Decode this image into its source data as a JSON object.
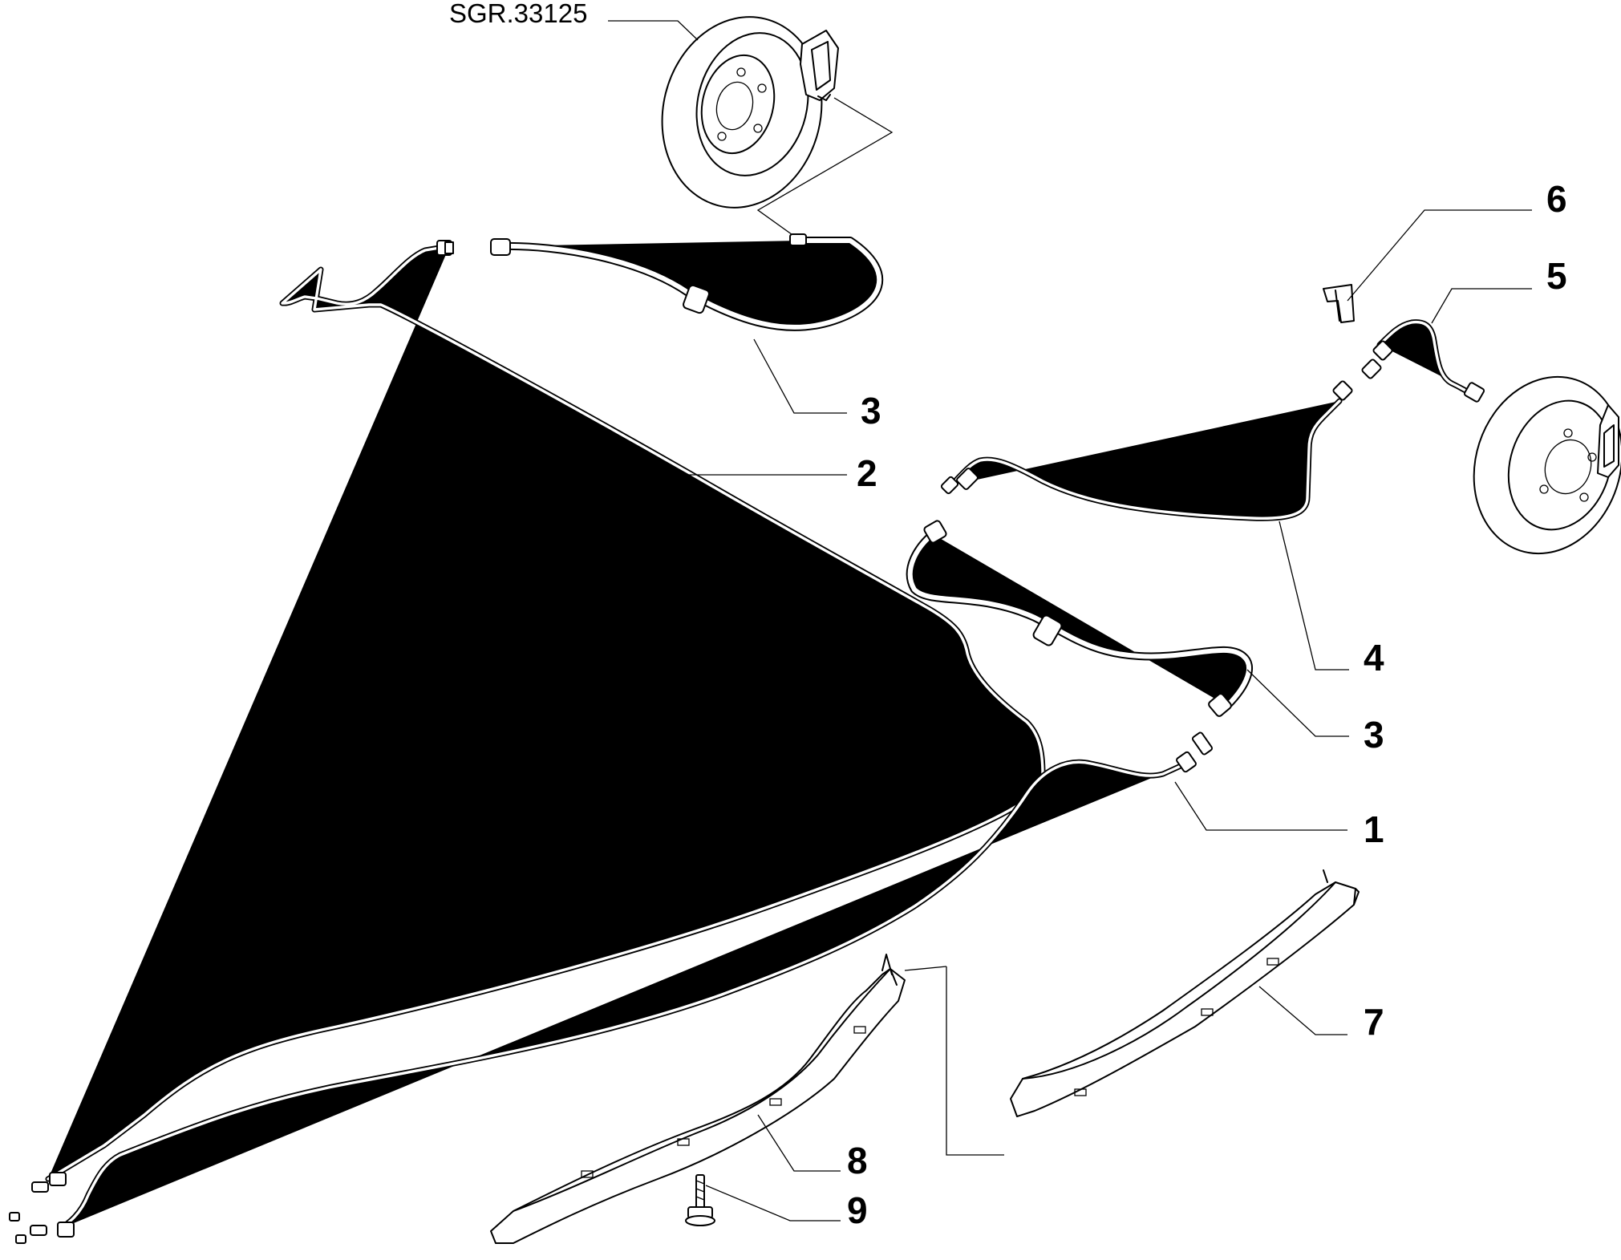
{
  "diagram": {
    "reference": "SGR.33125",
    "callouts": [
      {
        "id": "c3a",
        "label": "3"
      },
      {
        "id": "c2",
        "label": "2"
      },
      {
        "id": "c6",
        "label": "6"
      },
      {
        "id": "c5",
        "label": "5"
      },
      {
        "id": "c4",
        "label": "4"
      },
      {
        "id": "c3b",
        "label": "3"
      },
      {
        "id": "c1",
        "label": "1"
      },
      {
        "id": "c7",
        "label": "7"
      },
      {
        "id": "c8",
        "label": "8"
      },
      {
        "id": "c9",
        "label": "9"
      }
    ]
  }
}
